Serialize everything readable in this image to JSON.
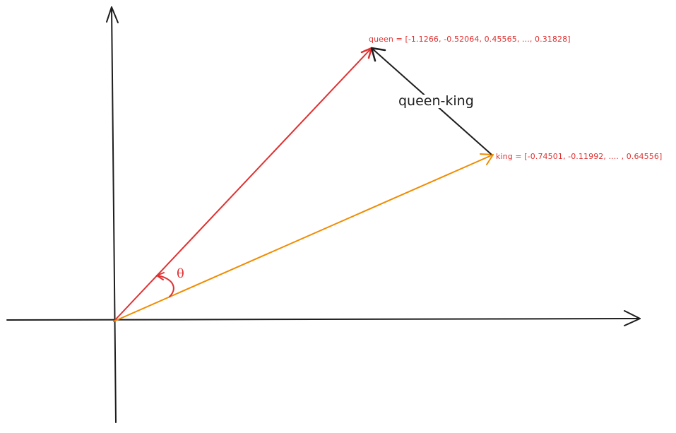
{
  "labels": {
    "queen": "queen = [-1.1266, -0.52064, 0.45565, ..., 0.31828]",
    "king": "king = [-0.74501, -0.11992, .... , 0.64556]",
    "difference": "queen-king",
    "angle": "θ"
  },
  "colors": {
    "axis": "#1e1e1e",
    "queen_vector": "#e03131",
    "king_vector": "#f08c00",
    "difference_vector": "#1e1e1e",
    "label_text": "#e03131",
    "difference_text": "#1e1e1e"
  }
}
